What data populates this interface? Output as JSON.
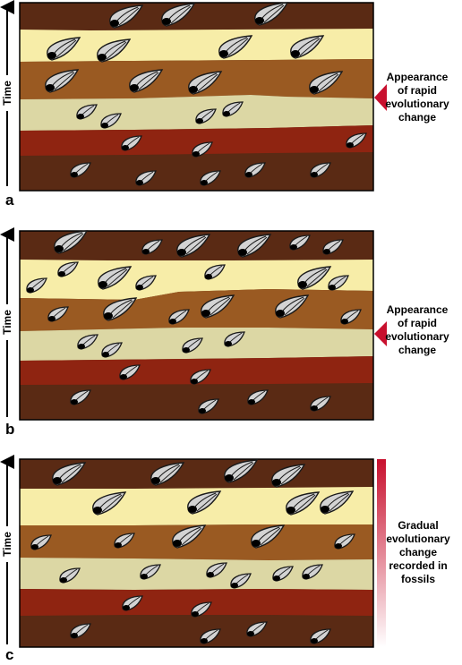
{
  "panels": [
    {
      "letter": "a",
      "time_label": "Time",
      "annotation": "Appearance\nof rapid\nevolutionary\nchange"
    },
    {
      "letter": "b",
      "time_label": "Time",
      "annotation": "Appearance\nof rapid\nevolutionary\nchange"
    },
    {
      "letter": "c",
      "time_label": "Time",
      "annotation": "Gradual\nevolutionary\nchange\nrecorded in\nfossils"
    }
  ],
  "colors": {
    "layer_dark_brown": "#5a2a14",
    "layer_pale_yellow": "#f7eda8",
    "layer_mid_brown": "#9a5a22",
    "layer_khaki": "#dcd7a4",
    "layer_red_brown": "#8f2411",
    "fossil_fill": "#d3d3d3",
    "accent_red": "#c8102e"
  }
}
